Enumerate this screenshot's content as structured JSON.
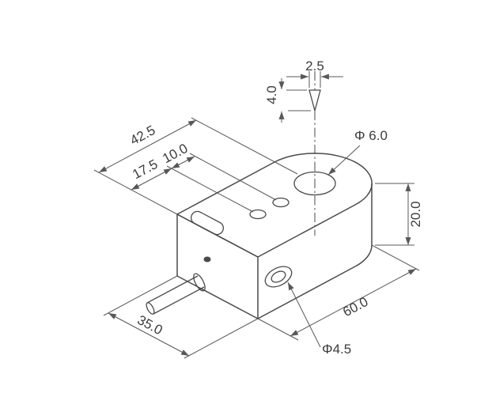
{
  "drawing": {
    "colors": {
      "ink": "#4a4a4a",
      "dimension_ink": "#585858",
      "background": "#ffffff"
    },
    "dimensions": {
      "cone_width": "2.5",
      "cone_height": "4.0",
      "sensing_hole_dia": "Φ 6.0",
      "body_height": "20.0",
      "straight_length": "42.5",
      "hole_end_offset": "17.5",
      "hole_spacing": "10.0",
      "body_width": "35.0",
      "body_length": "60.0",
      "mounting_hole_dia": "Φ4.5"
    }
  }
}
